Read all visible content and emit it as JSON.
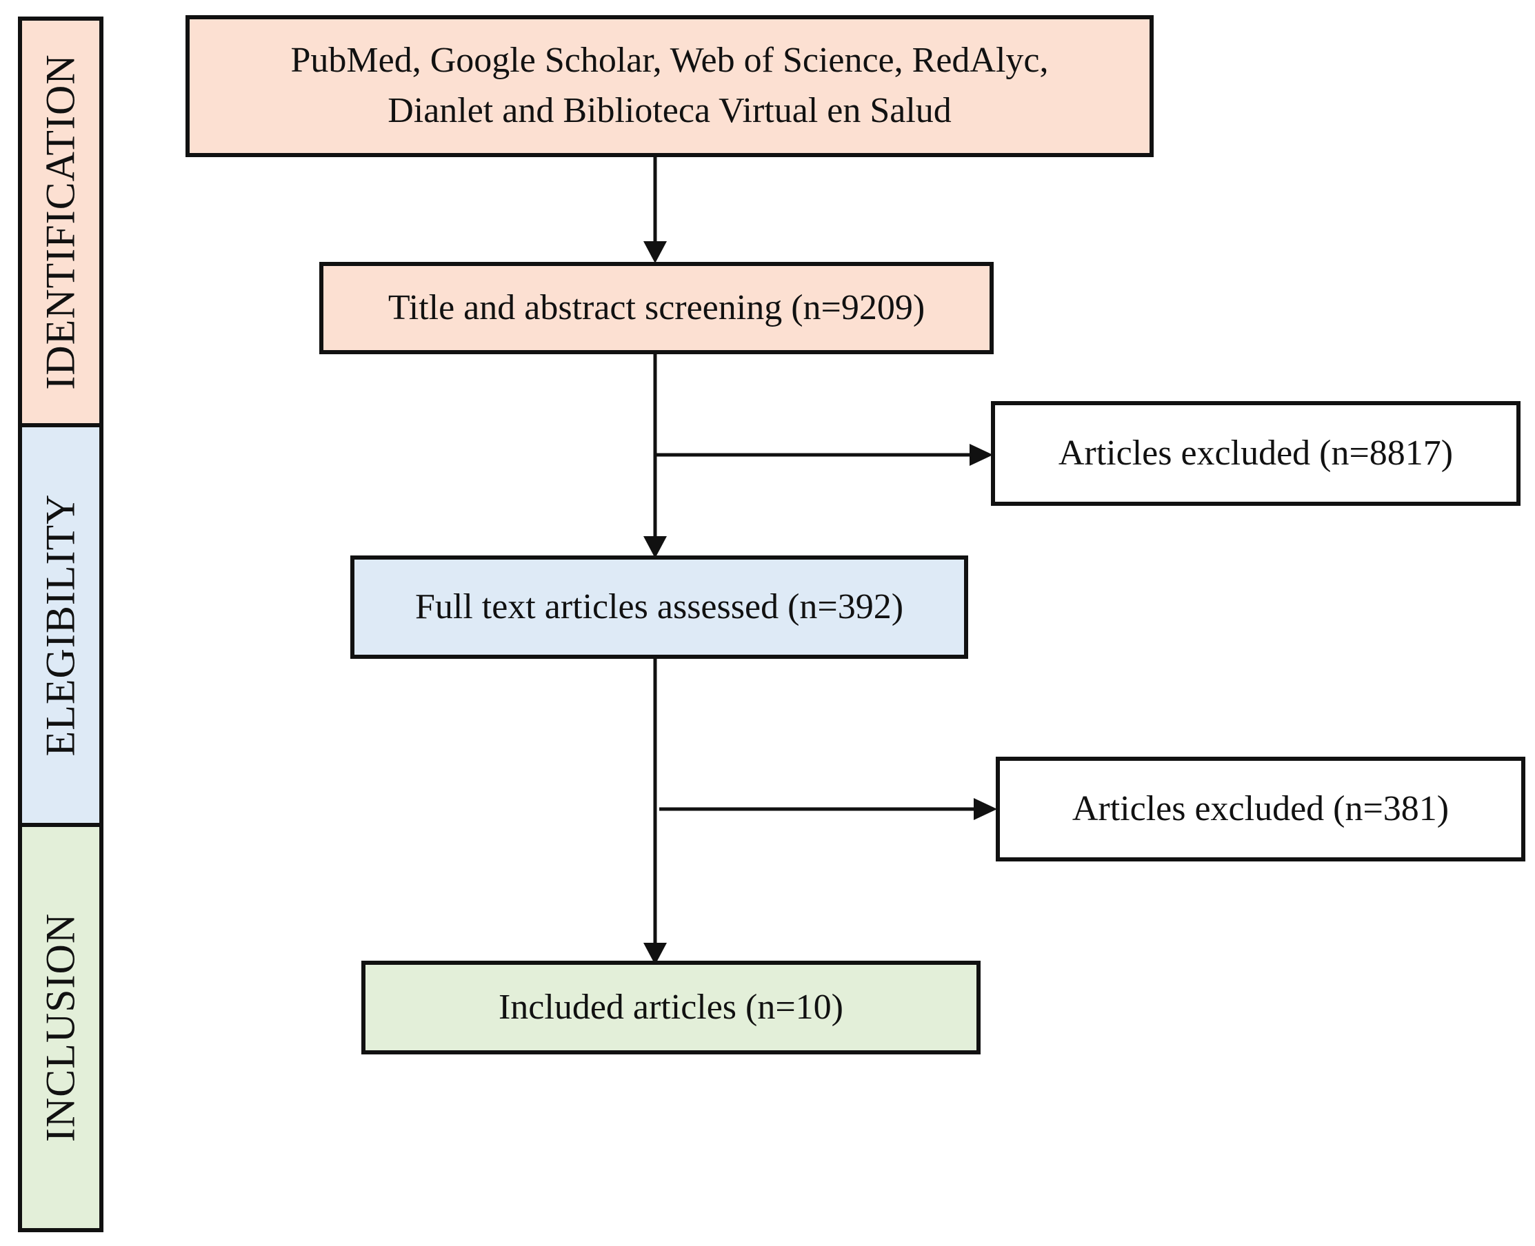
{
  "colors": {
    "identification": "#fce0d2",
    "eligibility": "#deeaf6",
    "inclusion": "#e3efd9",
    "excluded": "#ffffff",
    "stroke": "#111111"
  },
  "stages": {
    "identification": "IDENTIFICATION",
    "eligibility": "ELEGIBILITY",
    "inclusion": "INCLUSION"
  },
  "boxes": {
    "sources_line1": "PubMed, Google Scholar, Web of Science,  RedAlyc,",
    "sources_line2": "Dianlet and Biblioteca Virtual en Salud",
    "screening": "Title and abstract screening (n=9209)",
    "excluded_1": "Articles excluded (n=8817)",
    "full_text": "Full text articles assessed (n=392)",
    "excluded_2": "Articles excluded (n=381)",
    "included": "Included articles (n=10)"
  }
}
